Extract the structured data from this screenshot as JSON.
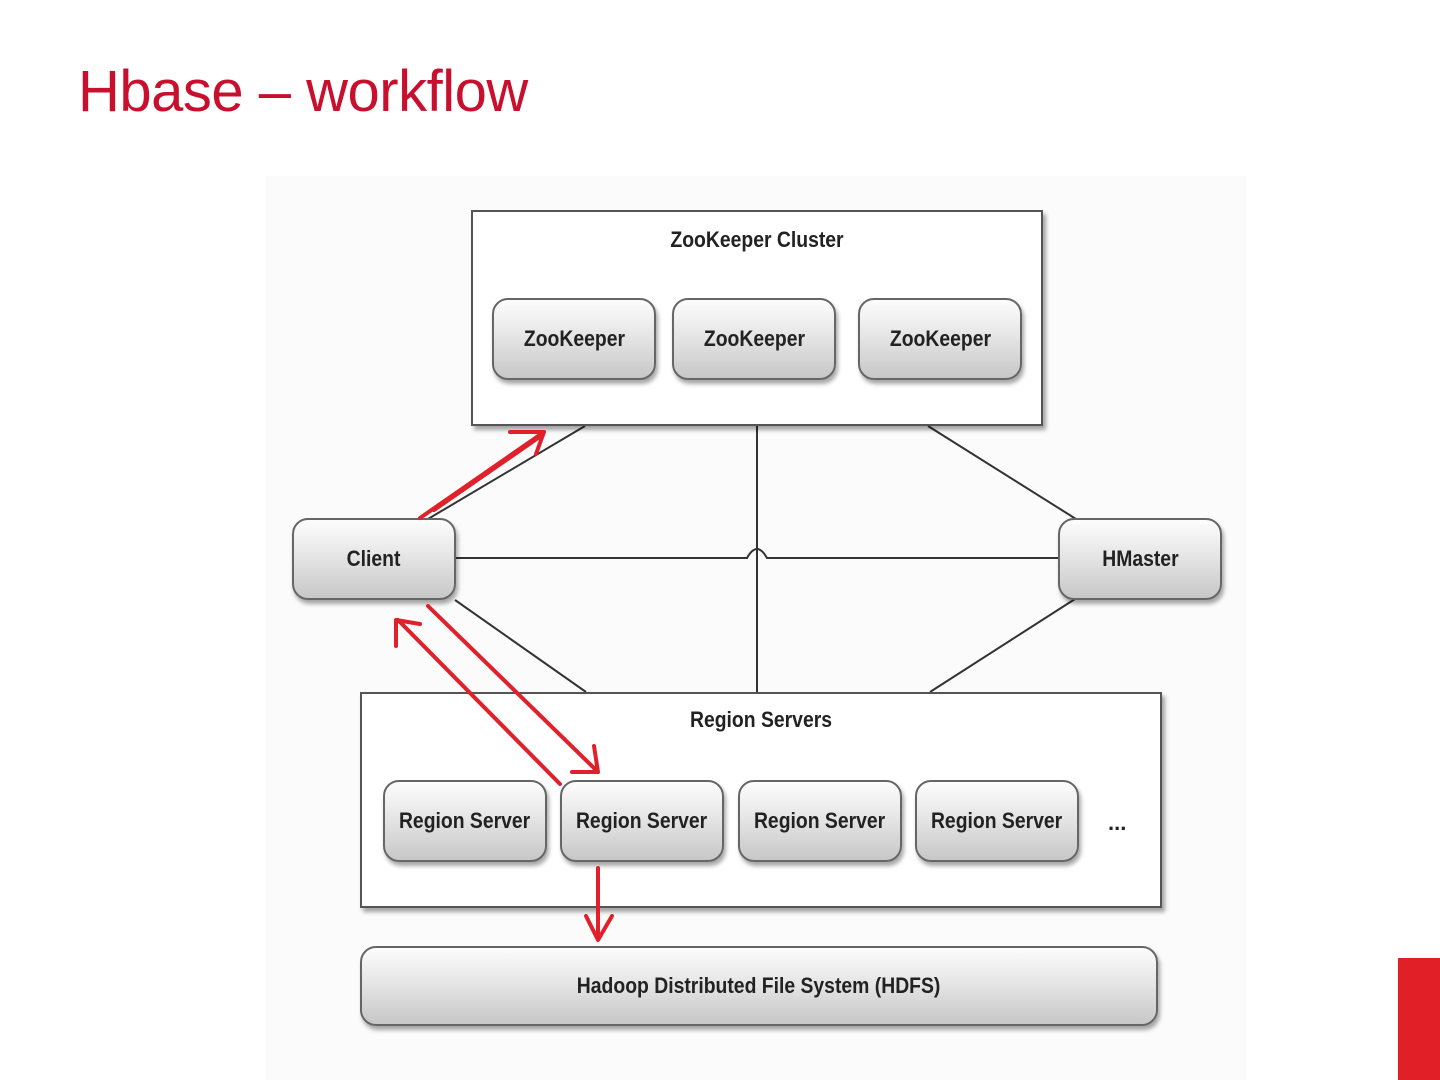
{
  "slide": {
    "title": "Hbase – workflow"
  },
  "diagram": {
    "zookeeper_cluster": {
      "title": "ZooKeeper Cluster",
      "nodes": [
        "ZooKeeper",
        "ZooKeeper",
        "ZooKeeper"
      ]
    },
    "client": "Client",
    "hmaster": "HMaster",
    "region_servers": {
      "title": "Region Servers",
      "nodes": [
        "Region Server",
        "Region Server",
        "Region Server",
        "Region Server"
      ],
      "ellipsis": "..."
    },
    "hdfs": "Hadoop Distributed File System (HDFS)"
  },
  "colors": {
    "title": "#c8102e",
    "arrow": "#e0202a",
    "connector": "#333333"
  }
}
